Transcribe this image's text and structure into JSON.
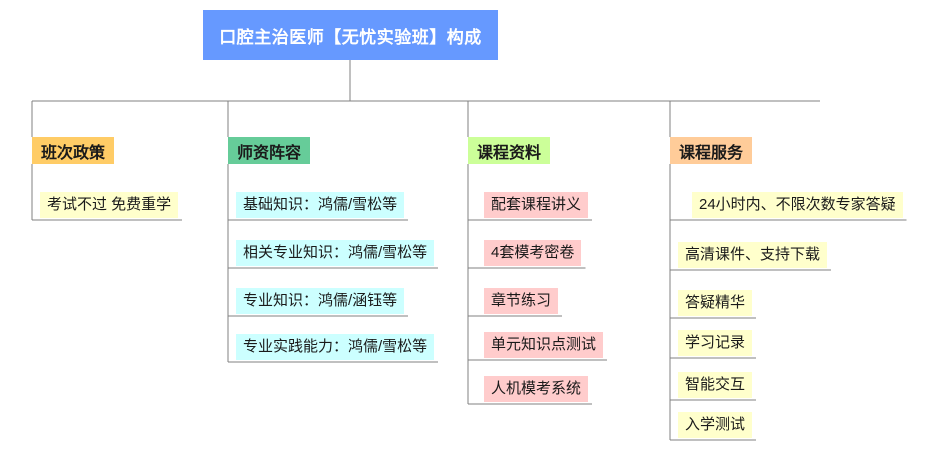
{
  "diagram": {
    "type": "org-chart",
    "title": "口腔主治医师【无忧实验班】构成",
    "root": {
      "label": "口腔主治医师【无忧实验班】构成",
      "fill": "#6699ff",
      "text_color": "#ffffff"
    },
    "line_color": "#808080",
    "branches": [
      {
        "label": "班次政策",
        "fill": "#ffcc66",
        "leaf_fill": "#ffffcc",
        "items": [
          {
            "label": "考试不过 免费重学"
          }
        ]
      },
      {
        "label": "师资阵容",
        "fill": "#66cc99",
        "leaf_fill": "#ccffff",
        "items": [
          {
            "label": "基础知识：鸿儒/雪松等"
          },
          {
            "label": "相关专业知识：鸿儒/雪松等"
          },
          {
            "label": "专业知识：鸿儒/涵钰等"
          },
          {
            "label": "专业实践能力：鸿儒/雪松等"
          }
        ]
      },
      {
        "label": "课程资料",
        "fill": "#ccff99",
        "leaf_fill": "#ffcccc",
        "items": [
          {
            "label": "配套课程讲义"
          },
          {
            "label": "4套模考密卷"
          },
          {
            "label": "章节练习"
          },
          {
            "label": "单元知识点测试"
          },
          {
            "label": "人机模考系统"
          }
        ]
      },
      {
        "label": "课程服务",
        "fill": "#ffcc99",
        "leaf_fill": "#ffffcc",
        "items": [
          {
            "label": "24小时内、不限次数专家答疑"
          },
          {
            "label": "高清课件、支持下载"
          },
          {
            "label": "答疑精华"
          },
          {
            "label": "学习记录"
          },
          {
            "label": "智能交互"
          },
          {
            "label": "入学测试"
          }
        ]
      }
    ]
  }
}
